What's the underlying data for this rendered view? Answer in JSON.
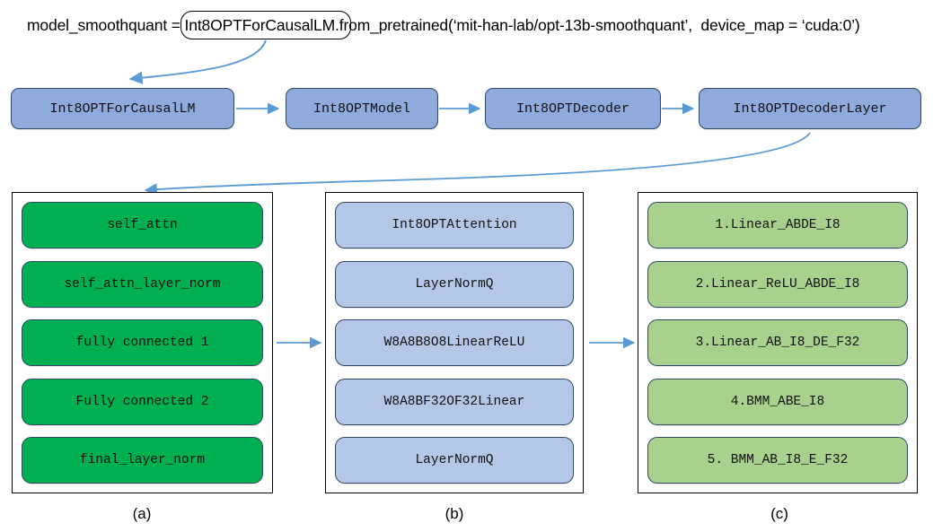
{
  "code": {
    "text": "model_smoothquant = Int8OPTForCausalLM.from_pretrained(‘mit-han-lab/opt-13b-smoothquant’,  device_map = ‘cuda:0’)",
    "highlighted_fragment": "Int8OPTForCausalLM.f"
  },
  "pipeline": {
    "nodes": [
      {
        "label": "Int8OPTForCausalLM"
      },
      {
        "label": "Int8OPTModel"
      },
      {
        "label": "Int8OPTDecoder"
      },
      {
        "label": "Int8OPTDecoderLayer"
      }
    ]
  },
  "panels": [
    {
      "id": "a",
      "caption": "(a)",
      "color": "#00B050",
      "items": [
        {
          "label": "self_attn"
        },
        {
          "label": "self_attn_layer_norm"
        },
        {
          "label": "fully connected 1"
        },
        {
          "label": "Fully connected 2"
        },
        {
          "label": "final_layer_norm"
        }
      ]
    },
    {
      "id": "b",
      "caption": "(b)",
      "color": "#B4C7E7",
      "items": [
        {
          "label": "Int8OPTAttention"
        },
        {
          "label": "LayerNormQ"
        },
        {
          "label": "W8A8B8O8LinearReLU"
        },
        {
          "label": "W8A8BF32OF32Linear"
        },
        {
          "label": "LayerNormQ"
        }
      ]
    },
    {
      "id": "c",
      "caption": "(c)",
      "color": "#A9D18E",
      "items": [
        {
          "label": "1.Linear_ABDE_I8"
        },
        {
          "label": "2.Linear_ReLU_ABDE_I8"
        },
        {
          "label": "3.Linear_AB_I8_DE_F32"
        },
        {
          "label": "4.BMM_ABE_I8"
        },
        {
          "label": "5. BMM_AB_I8_E_F32"
        }
      ]
    }
  ],
  "colors": {
    "node_fill": "#8FAADC",
    "node_border": "#2E4A66",
    "arrow": "#5B9BD5",
    "panel_border": "#000000"
  }
}
